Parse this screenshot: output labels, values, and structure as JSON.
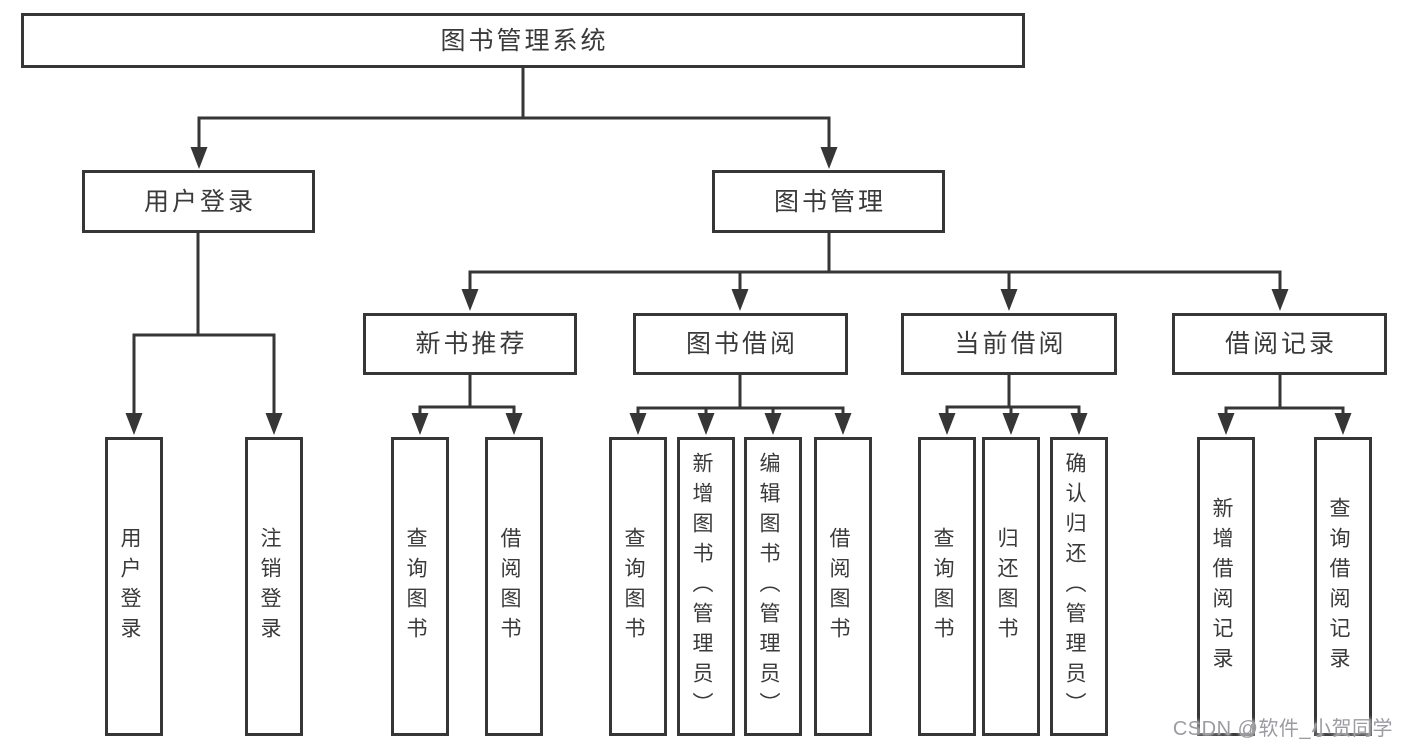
{
  "title": "图书管理系统",
  "tree": {
    "label": "图书管理系统",
    "children": [
      {
        "label": "用户登录",
        "children": [
          {
            "label": "用户登录"
          },
          {
            "label": "注销登录"
          }
        ]
      },
      {
        "label": "图书管理",
        "children": [
          {
            "label": "新书推荐",
            "children": [
              {
                "label": "查询图书"
              },
              {
                "label": "借阅图书"
              }
            ]
          },
          {
            "label": "图书借阅",
            "children": [
              {
                "label": "查询图书"
              },
              {
                "label": "新增图书（管理员）"
              },
              {
                "label": "编辑图书（管理员）"
              },
              {
                "label": "借阅图书"
              }
            ]
          },
          {
            "label": "当前借阅",
            "children": [
              {
                "label": "查询图书"
              },
              {
                "label": "归还图书"
              },
              {
                "label": "确认归还（管理员）"
              }
            ]
          },
          {
            "label": "借阅记录",
            "children": [
              {
                "label": "新增借阅记录"
              },
              {
                "label": "查询借阅记录"
              }
            ]
          }
        ]
      }
    ]
  },
  "watermark": "CSDN @软件_小贺同学",
  "colors": {
    "line": "#363636",
    "text": "#3a3a3a",
    "watermark": "#9b9ba1",
    "background": "#ffffff"
  }
}
